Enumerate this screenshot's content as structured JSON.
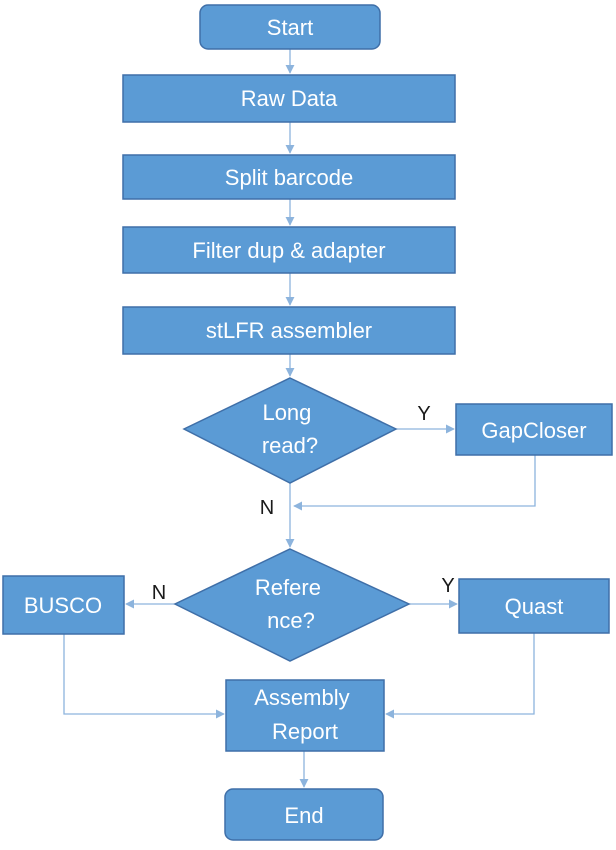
{
  "colors": {
    "node_fill": "#5b9bd5",
    "node_stroke": "#3f6fa8",
    "edge": "#8db4dd",
    "text": "#ffffff"
  },
  "nodes": {
    "start": "Start",
    "raw_data": "Raw Data",
    "split_barcode": "Split barcode",
    "filter": "Filter dup & adapter",
    "assembler": "stLFR assembler",
    "long_read": [
      "Long",
      "read?"
    ],
    "gapcloser": "GapCloser",
    "reference": [
      "Refere",
      "nce?"
    ],
    "busco": "BUSCO",
    "quast": "Quast",
    "report": [
      "Assembly",
      "Report"
    ],
    "end": "End"
  },
  "edge_labels": {
    "long_read_yes": "Y",
    "long_read_no": "N",
    "reference_no": "N",
    "reference_yes": "Y"
  }
}
